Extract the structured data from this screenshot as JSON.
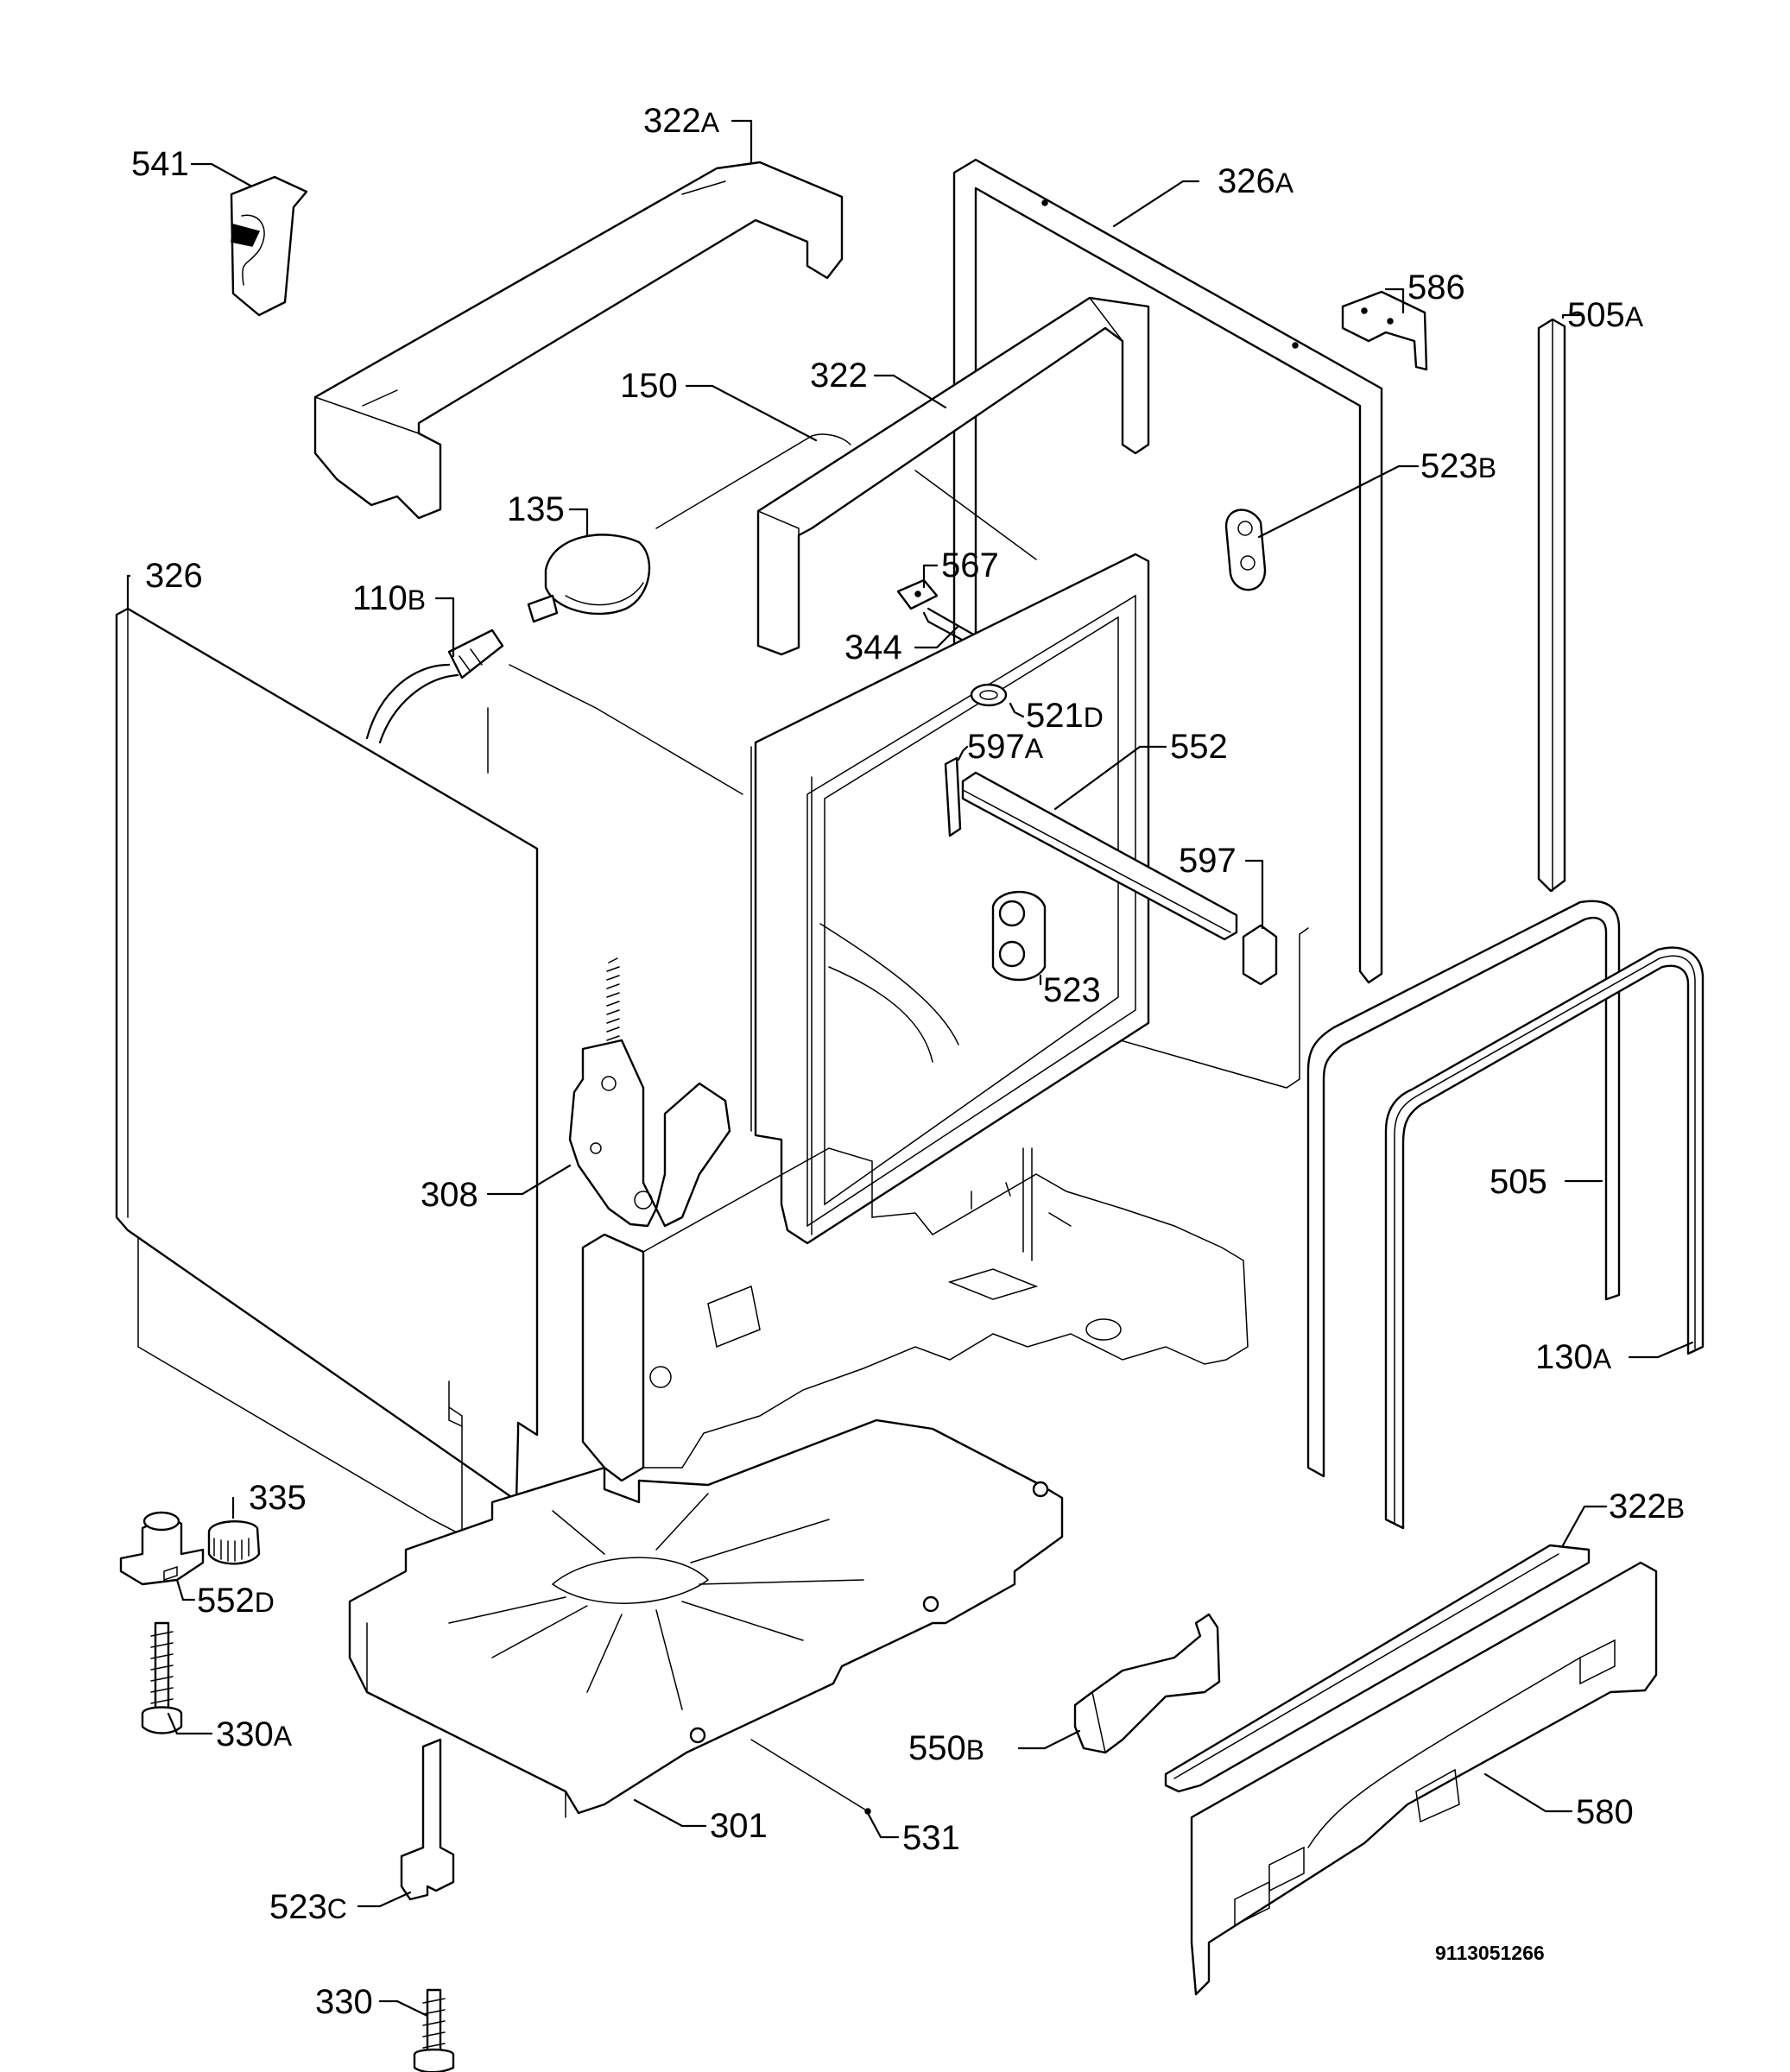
{
  "labels": {
    "p541": "541",
    "p322a": "322",
    "p322a_s": "A",
    "p326a": "326",
    "p326a_s": "A",
    "p586": "586",
    "p505a": "505",
    "p505a_s": "A",
    "p150": "150",
    "p322": "322",
    "p523b": "523",
    "p523b_s": "B",
    "p135": "135",
    "p567": "567",
    "p326": "326",
    "p110b": "110",
    "p110b_s": "B",
    "p344": "344",
    "p521d": "521",
    "p521d_s": "D",
    "p597a": "597",
    "p597a_s": "A",
    "p552": "552",
    "p597": "597",
    "p523": "523",
    "p505": "505",
    "p308": "308",
    "p130a": "130",
    "p130a_s": "A",
    "p335": "335",
    "p322b": "322",
    "p322b_s": "B",
    "p552d": "552",
    "p552d_s": "D",
    "p330a": "330",
    "p330a_s": "A",
    "p550b": "550",
    "p550b_s": "B",
    "p580": "580",
    "p301": "301",
    "p531": "531",
    "p523c": "523",
    "p523c_s": "C",
    "p330": "330"
  },
  "drawing_number": "9113051266"
}
